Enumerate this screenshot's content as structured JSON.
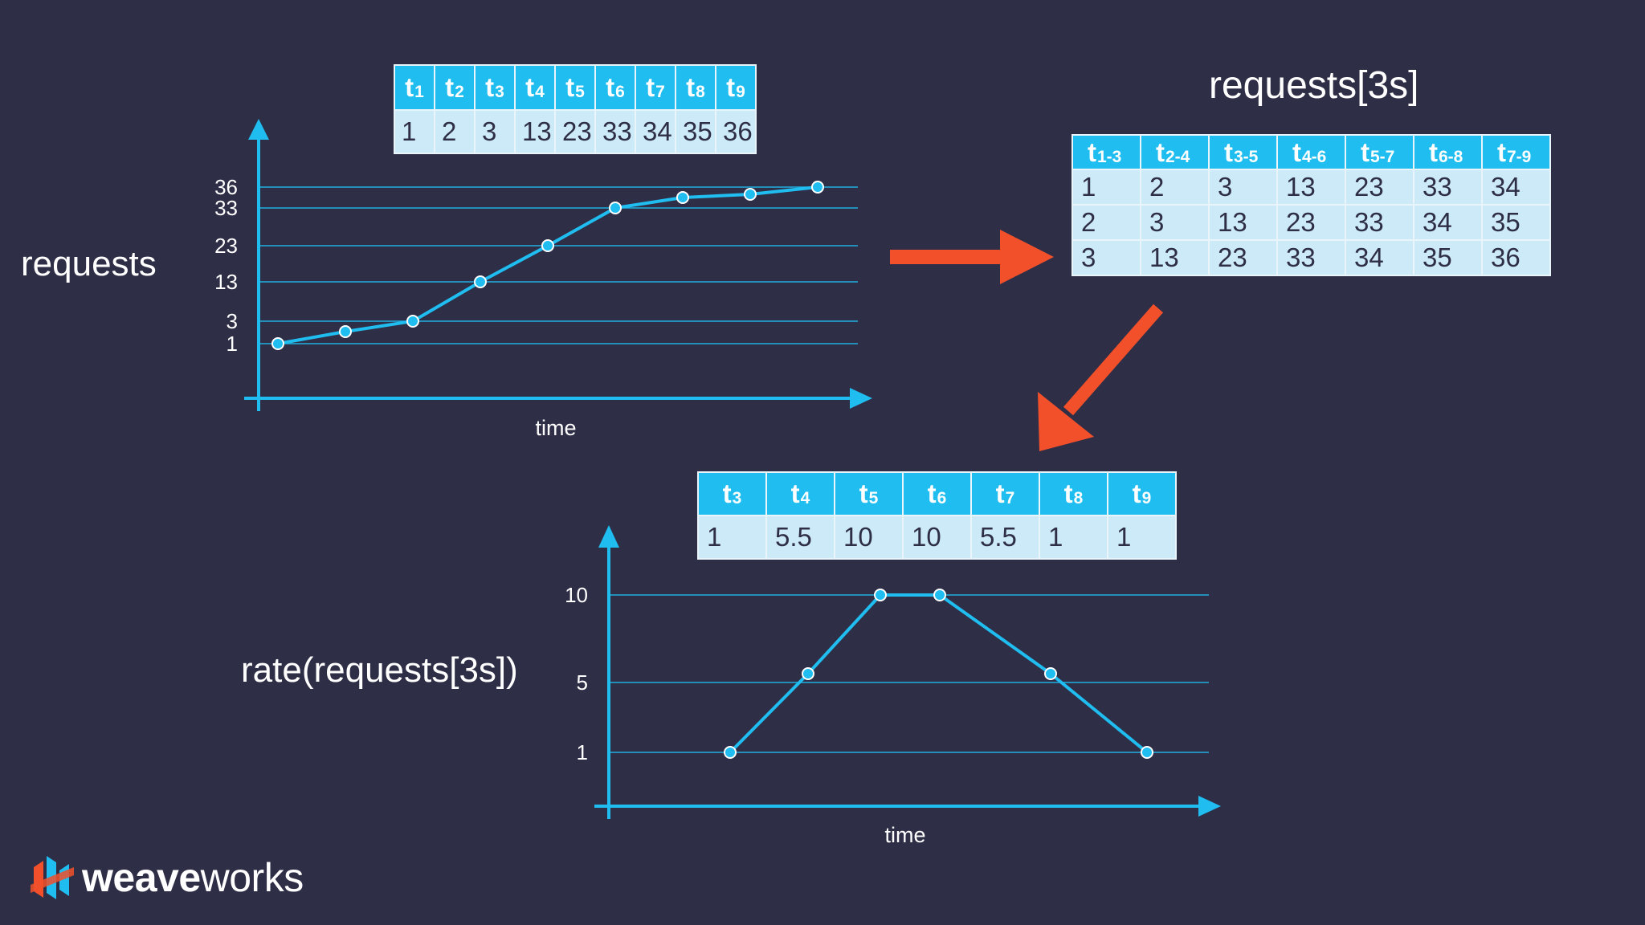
{
  "top_table": {
    "headers": [
      {
        "base": "t",
        "sub": "1"
      },
      {
        "base": "t",
        "sub": "2"
      },
      {
        "base": "t",
        "sub": "3"
      },
      {
        "base": "t",
        "sub": "4"
      },
      {
        "base": "t",
        "sub": "5"
      },
      {
        "base": "t",
        "sub": "6"
      },
      {
        "base": "t",
        "sub": "7"
      },
      {
        "base": "t",
        "sub": "8"
      },
      {
        "base": "t",
        "sub": "9"
      }
    ],
    "values": [
      "1",
      "2",
      "3",
      "13",
      "23",
      "33",
      "34",
      "35",
      "36"
    ]
  },
  "window_table": {
    "title": "requests[3s]",
    "headers": [
      {
        "base": "t",
        "sub": "1-3"
      },
      {
        "base": "t",
        "sub": "2-4"
      },
      {
        "base": "t",
        "sub": "3-5"
      },
      {
        "base": "t",
        "sub": "4-6"
      },
      {
        "base": "t",
        "sub": "5-7"
      },
      {
        "base": "t",
        "sub": "6-8"
      },
      {
        "base": "t",
        "sub": "7-9"
      }
    ],
    "rows": [
      [
        "1",
        "2",
        "3",
        "13",
        "23",
        "33",
        "34"
      ],
      [
        "2",
        "3",
        "13",
        "23",
        "33",
        "34",
        "35"
      ],
      [
        "3",
        "13",
        "23",
        "33",
        "34",
        "35",
        "36"
      ]
    ]
  },
  "rate_table": {
    "headers": [
      {
        "base": "t",
        "sub": "3"
      },
      {
        "base": "t",
        "sub": "4"
      },
      {
        "base": "t",
        "sub": "5"
      },
      {
        "base": "t",
        "sub": "6"
      },
      {
        "base": "t",
        "sub": "7"
      },
      {
        "base": "t",
        "sub": "8"
      },
      {
        "base": "t",
        "sub": "9"
      }
    ],
    "values": [
      "1",
      "5.5",
      "10",
      "10",
      "5.5",
      "1",
      "1"
    ]
  },
  "chart_data": [
    {
      "type": "line",
      "series_label": "requests",
      "xlabel": "time",
      "ylabel": "",
      "x": [
        1,
        2,
        3,
        4,
        5,
        6,
        7,
        8,
        9
      ],
      "values": [
        1,
        2,
        3,
        13,
        23,
        33,
        34,
        35,
        36
      ],
      "y_ticks": [
        1,
        3,
        13,
        23,
        33,
        36
      ],
      "grid": true
    },
    {
      "type": "line",
      "series_label": "rate(requests[3s])",
      "xlabel": "time",
      "ylabel": "",
      "x": [
        3,
        4,
        5,
        6,
        7,
        8,
        9
      ],
      "values": [
        1,
        5.5,
        10,
        10,
        5.5,
        1,
        1
      ],
      "y_ticks": [
        1,
        5,
        10
      ],
      "grid": true
    }
  ],
  "colors": {
    "background": "#2f2e47",
    "accent": "#1fbdf0",
    "arrow": "#f2502a",
    "cell": "#cceaf8"
  },
  "brand": {
    "bold": "weave",
    "regular": "works"
  }
}
